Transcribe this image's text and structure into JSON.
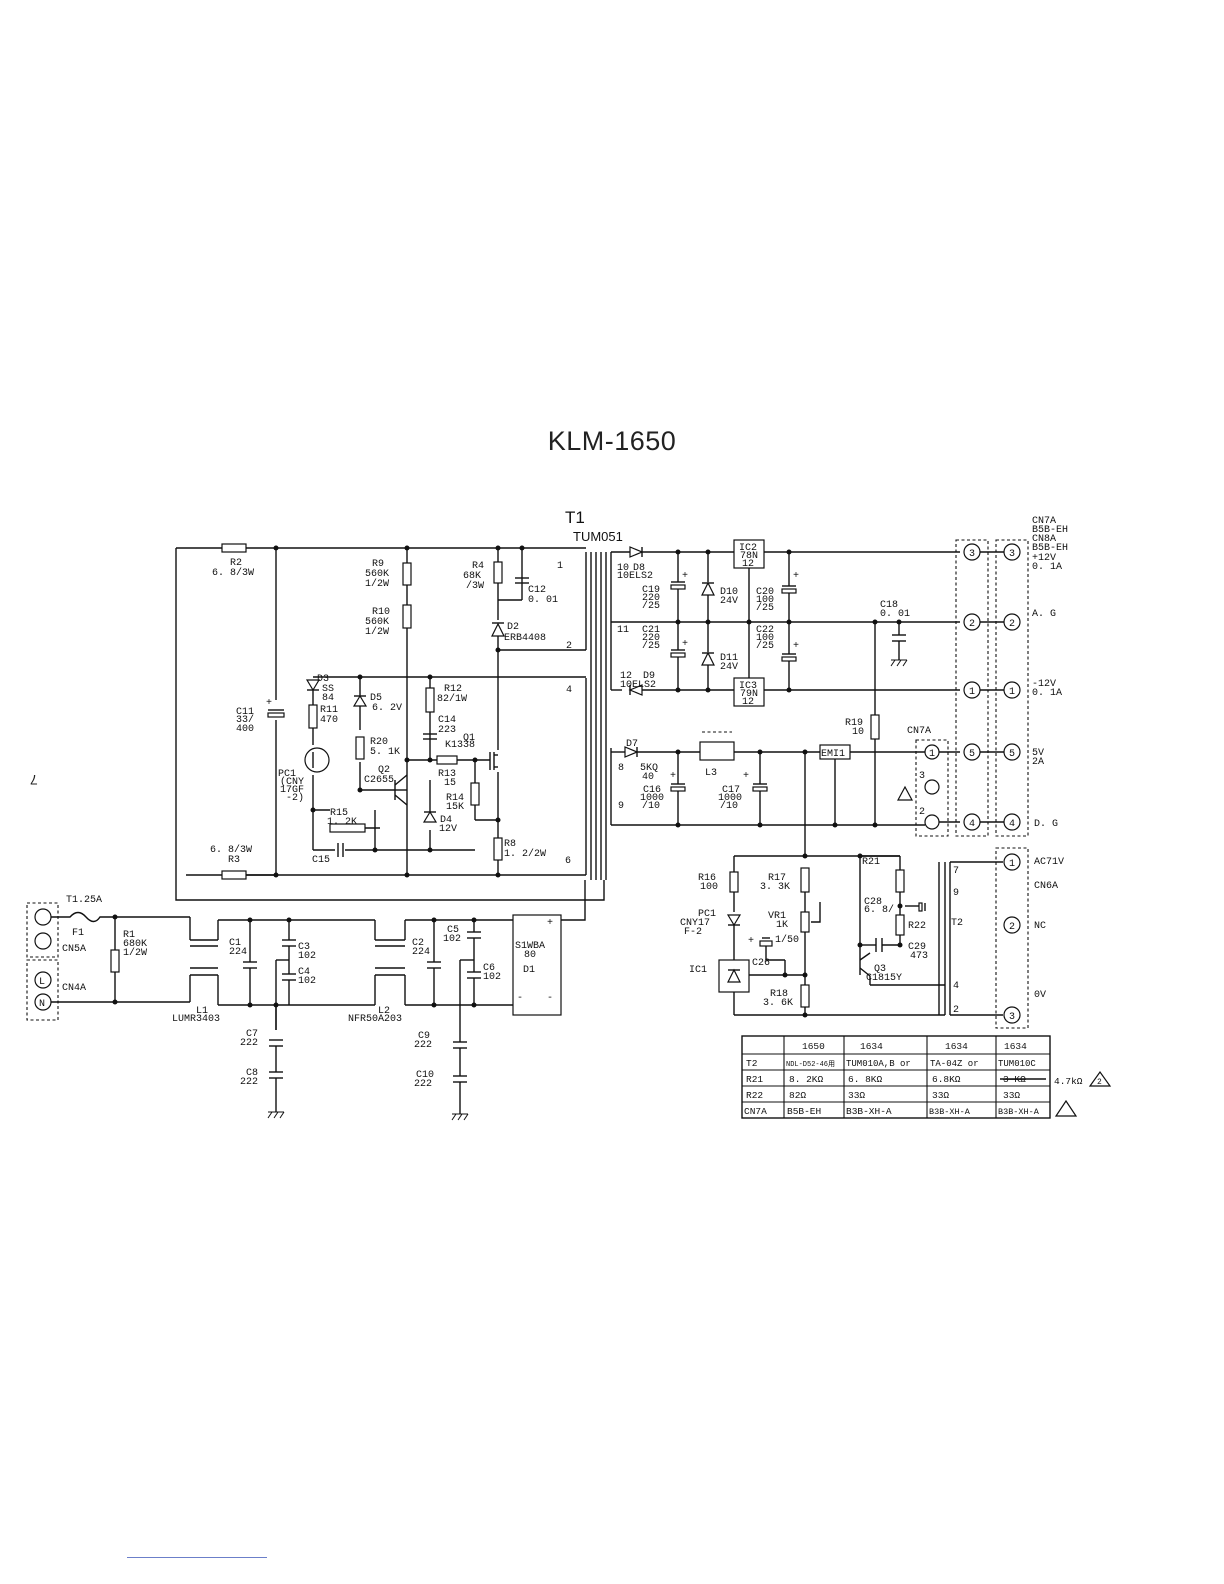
{
  "title": "KLM-1650",
  "page_number": "7",
  "transformer_t1": {
    "ref": "T1",
    "part": "TUM051",
    "pins": [
      "1",
      "2",
      "4",
      "6",
      "10",
      "11",
      "12",
      "8",
      "9"
    ]
  },
  "primary_labels": {
    "R2": "R2",
    "R2v": "6. 8/3W",
    "R3": "R3",
    "R3v": "6. 8/3W",
    "R9": "R9",
    "R9v1": "560K",
    "R9v2": "1/2W",
    "R10": "R10",
    "R10v1": "560K",
    "R10v2": "1/2W",
    "R4": "R4",
    "R4v1": "68K",
    "R4v2": "/3W",
    "C12": "C12",
    "C12v": "0. 01",
    "D2": "D2",
    "D2v": "ERB4408",
    "D3": "D3",
    "D3v1": "SS",
    "D3v2": "84",
    "D5": "D5",
    "D5v": "6. 2V",
    "R12": "R12",
    "R12v": "82/1W",
    "C14": "C14",
    "C14v": "223",
    "R11": "R11",
    "R11v": "470",
    "C11": "C11",
    "C11v1": "33/",
    "C11v2": "400",
    "R20": "R20",
    "R20v": "5. 1K",
    "Q1": "Q1",
    "Q1v": "K1338",
    "R13": "R13",
    "R13v": "15",
    "PC1": "PC1",
    "PC1v1": "(CNY",
    "PC1v2": "17GF",
    "PC1v3": "-2)",
    "Q2": "Q2",
    "Q2v": "C2655",
    "D4": "D4",
    "D4v": "12V",
    "R14": "R14",
    "R14v": "15K",
    "R15": "R15",
    "R15v": "1. 2K",
    "R8": "R8",
    "R8v": "1. 2/2W",
    "C15": "C15"
  },
  "input_section": {
    "fuse": "T1.25A",
    "F1": "F1",
    "CN5A": "CN5A",
    "CN4A": "CN4A",
    "L": "L",
    "N": "N",
    "R1": "R1",
    "R1v1": "680K",
    "R1v2": "1/2W",
    "L1": "L1",
    "L1v": "LUMR3403",
    "L2": "L2",
    "L2v": "NFR50A203",
    "C1": "C1",
    "C1v": "224",
    "C2": "C2",
    "C2v": "224",
    "C3": "C3",
    "C3v": "102",
    "C4": "C4",
    "C4v": "102",
    "C5": "C5",
    "C5v": "102",
    "C6": "C6",
    "C6v": "102",
    "C7": "C7",
    "C7v": "222",
    "C8": "C8",
    "C8v": "222",
    "C9": "C9",
    "C9v": "222",
    "C10": "C10",
    "C10v": "222",
    "D1": "D1",
    "D1v1": "S1WBA",
    "D1v2": "80",
    "plus": "+",
    "minus": "-",
    "tilde": "~"
  },
  "secondary_labels": {
    "D8": "D8",
    "D8v": "10ELS2",
    "D9": "D9",
    "D9v": "10ELS2",
    "C19": "C19",
    "C19v1": "220",
    "C19v2": "/25",
    "C21": "C21",
    "C21v1": "220",
    "C21v2": "/25",
    "D10": "D10",
    "D10v": "24V",
    "D11": "D11",
    "D11v": "24V",
    "IC2": "IC2",
    "IC2v1": "78N",
    "IC2v2": "12",
    "IC3": "IC3",
    "IC3v1": "79N",
    "IC3v2": "12",
    "C20": "C20",
    "C20v1": "100",
    "C20v2": "/25",
    "C22": "C22",
    "C22v1": "100",
    "C22v2": "/25",
    "C18": "C18",
    "C18v": "0. 01",
    "D7": "D7",
    "D7v": "5KQ",
    "D7v2": "40",
    "L3": "L3",
    "C16": "C16",
    "C16v1": "1000",
    "C16v2": "/10",
    "C17": "C17",
    "C17v1": "1000",
    "C17v2": "/10",
    "EMI1": "EMI1",
    "R19": "R19",
    "R19v": "10",
    "CN7A": "CN7A",
    "R16": "R16",
    "R16v": "100",
    "R17": "R17",
    "R17v": "3. 3K",
    "PC1b": "PC1",
    "PC1bv1": "CNY17",
    "PC1bv2": "F-2",
    "VR1": "VR1",
    "VR1v": "1K",
    "C26": "C26",
    "C26v": "1/50",
    "IC1": "IC1",
    "R18": "R18",
    "R18v": "3. 6K",
    "R21": "R21",
    "C28": "C28",
    "C28v": "6. 8/",
    "R22": "R22",
    "C29": "C29",
    "C29v": "473",
    "Q3": "Q3",
    "Q3v": "C1815Y",
    "T2": "T2"
  },
  "connectors": {
    "top_header": [
      "CN7A",
      "B5B-EH",
      "CN8A",
      "B5B-EH"
    ],
    "rows": [
      {
        "num": "3",
        "label": "+12V",
        "sub": "0. 1A"
      },
      {
        "num": "2",
        "label": "A. G",
        "sub": ""
      },
      {
        "num": "1",
        "label": "-12V",
        "sub": "0. 1A"
      },
      {
        "num": "5",
        "label": "5V",
        "sub": "2A"
      },
      {
        "num": "4",
        "label": "D. G",
        "sub": ""
      }
    ],
    "cn6a": {
      "name": "CN6A",
      "rows": [
        {
          "num": "1",
          "label": "AC71V"
        },
        {
          "num": "2",
          "label": "NC"
        },
        {
          "num": "3",
          "label": "0V"
        }
      ]
    },
    "cn7a_local": [
      "1",
      "3",
      "2"
    ],
    "t2_pins": [
      "7",
      "9",
      "4",
      "2"
    ]
  },
  "variants_table": {
    "headers": [
      "",
      "1650",
      "1634",
      "1634",
      "1634"
    ],
    "rows": [
      [
        "T2",
        "NDL-D52-46用",
        "TUM010A,B or",
        "TA-04Z or",
        "TUM010C"
      ],
      [
        "R21",
        "8. 2KΩ",
        "6. 8KΩ",
        "6.8KΩ",
        "3 KΩ"
      ],
      [
        "R22",
        "82Ω",
        "33Ω",
        "33Ω",
        "33Ω"
      ],
      [
        "CN7A",
        "B5B-EH",
        "B3B-XH-A",
        "B3B-XH-A",
        "B3B-XH-A"
      ]
    ],
    "note_r21": "4.7kΩ",
    "warn_mark_2": "2"
  }
}
